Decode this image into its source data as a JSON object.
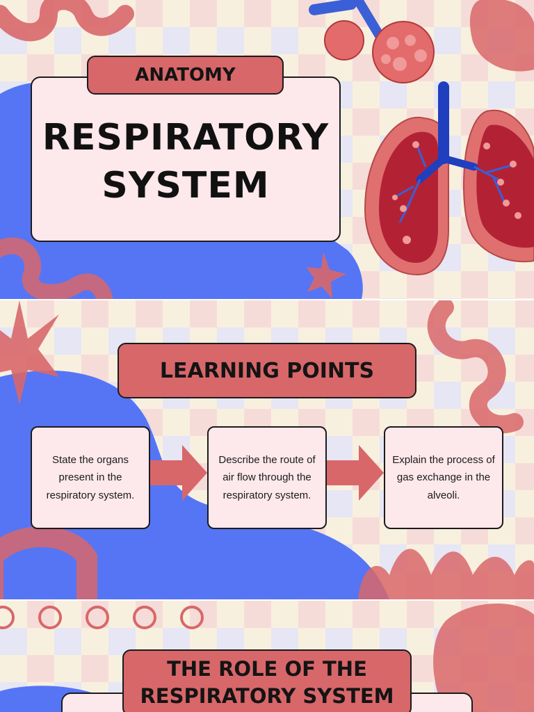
{
  "slide1": {
    "tag": "ANATOMY",
    "title_line1": "RESPIRATORY",
    "title_line2": "SYSTEM"
  },
  "slide2": {
    "heading": "LEARNING POINTS",
    "points": [
      "State the organs present in the respiratory system.",
      "Describe the route of air flow through the respiratory system.",
      "Explain the process of gas exchange in the alveoli."
    ]
  },
  "slide3": {
    "heading_line1": "THE ROLE OF THE",
    "heading_line2": "RESPIRATORY SYSTEM"
  },
  "colors": {
    "background": "#f8f0df",
    "card": "#fde8ec",
    "tag": "#d8676a",
    "blob": "#5575f5",
    "accent_shape": "#d8676a"
  }
}
